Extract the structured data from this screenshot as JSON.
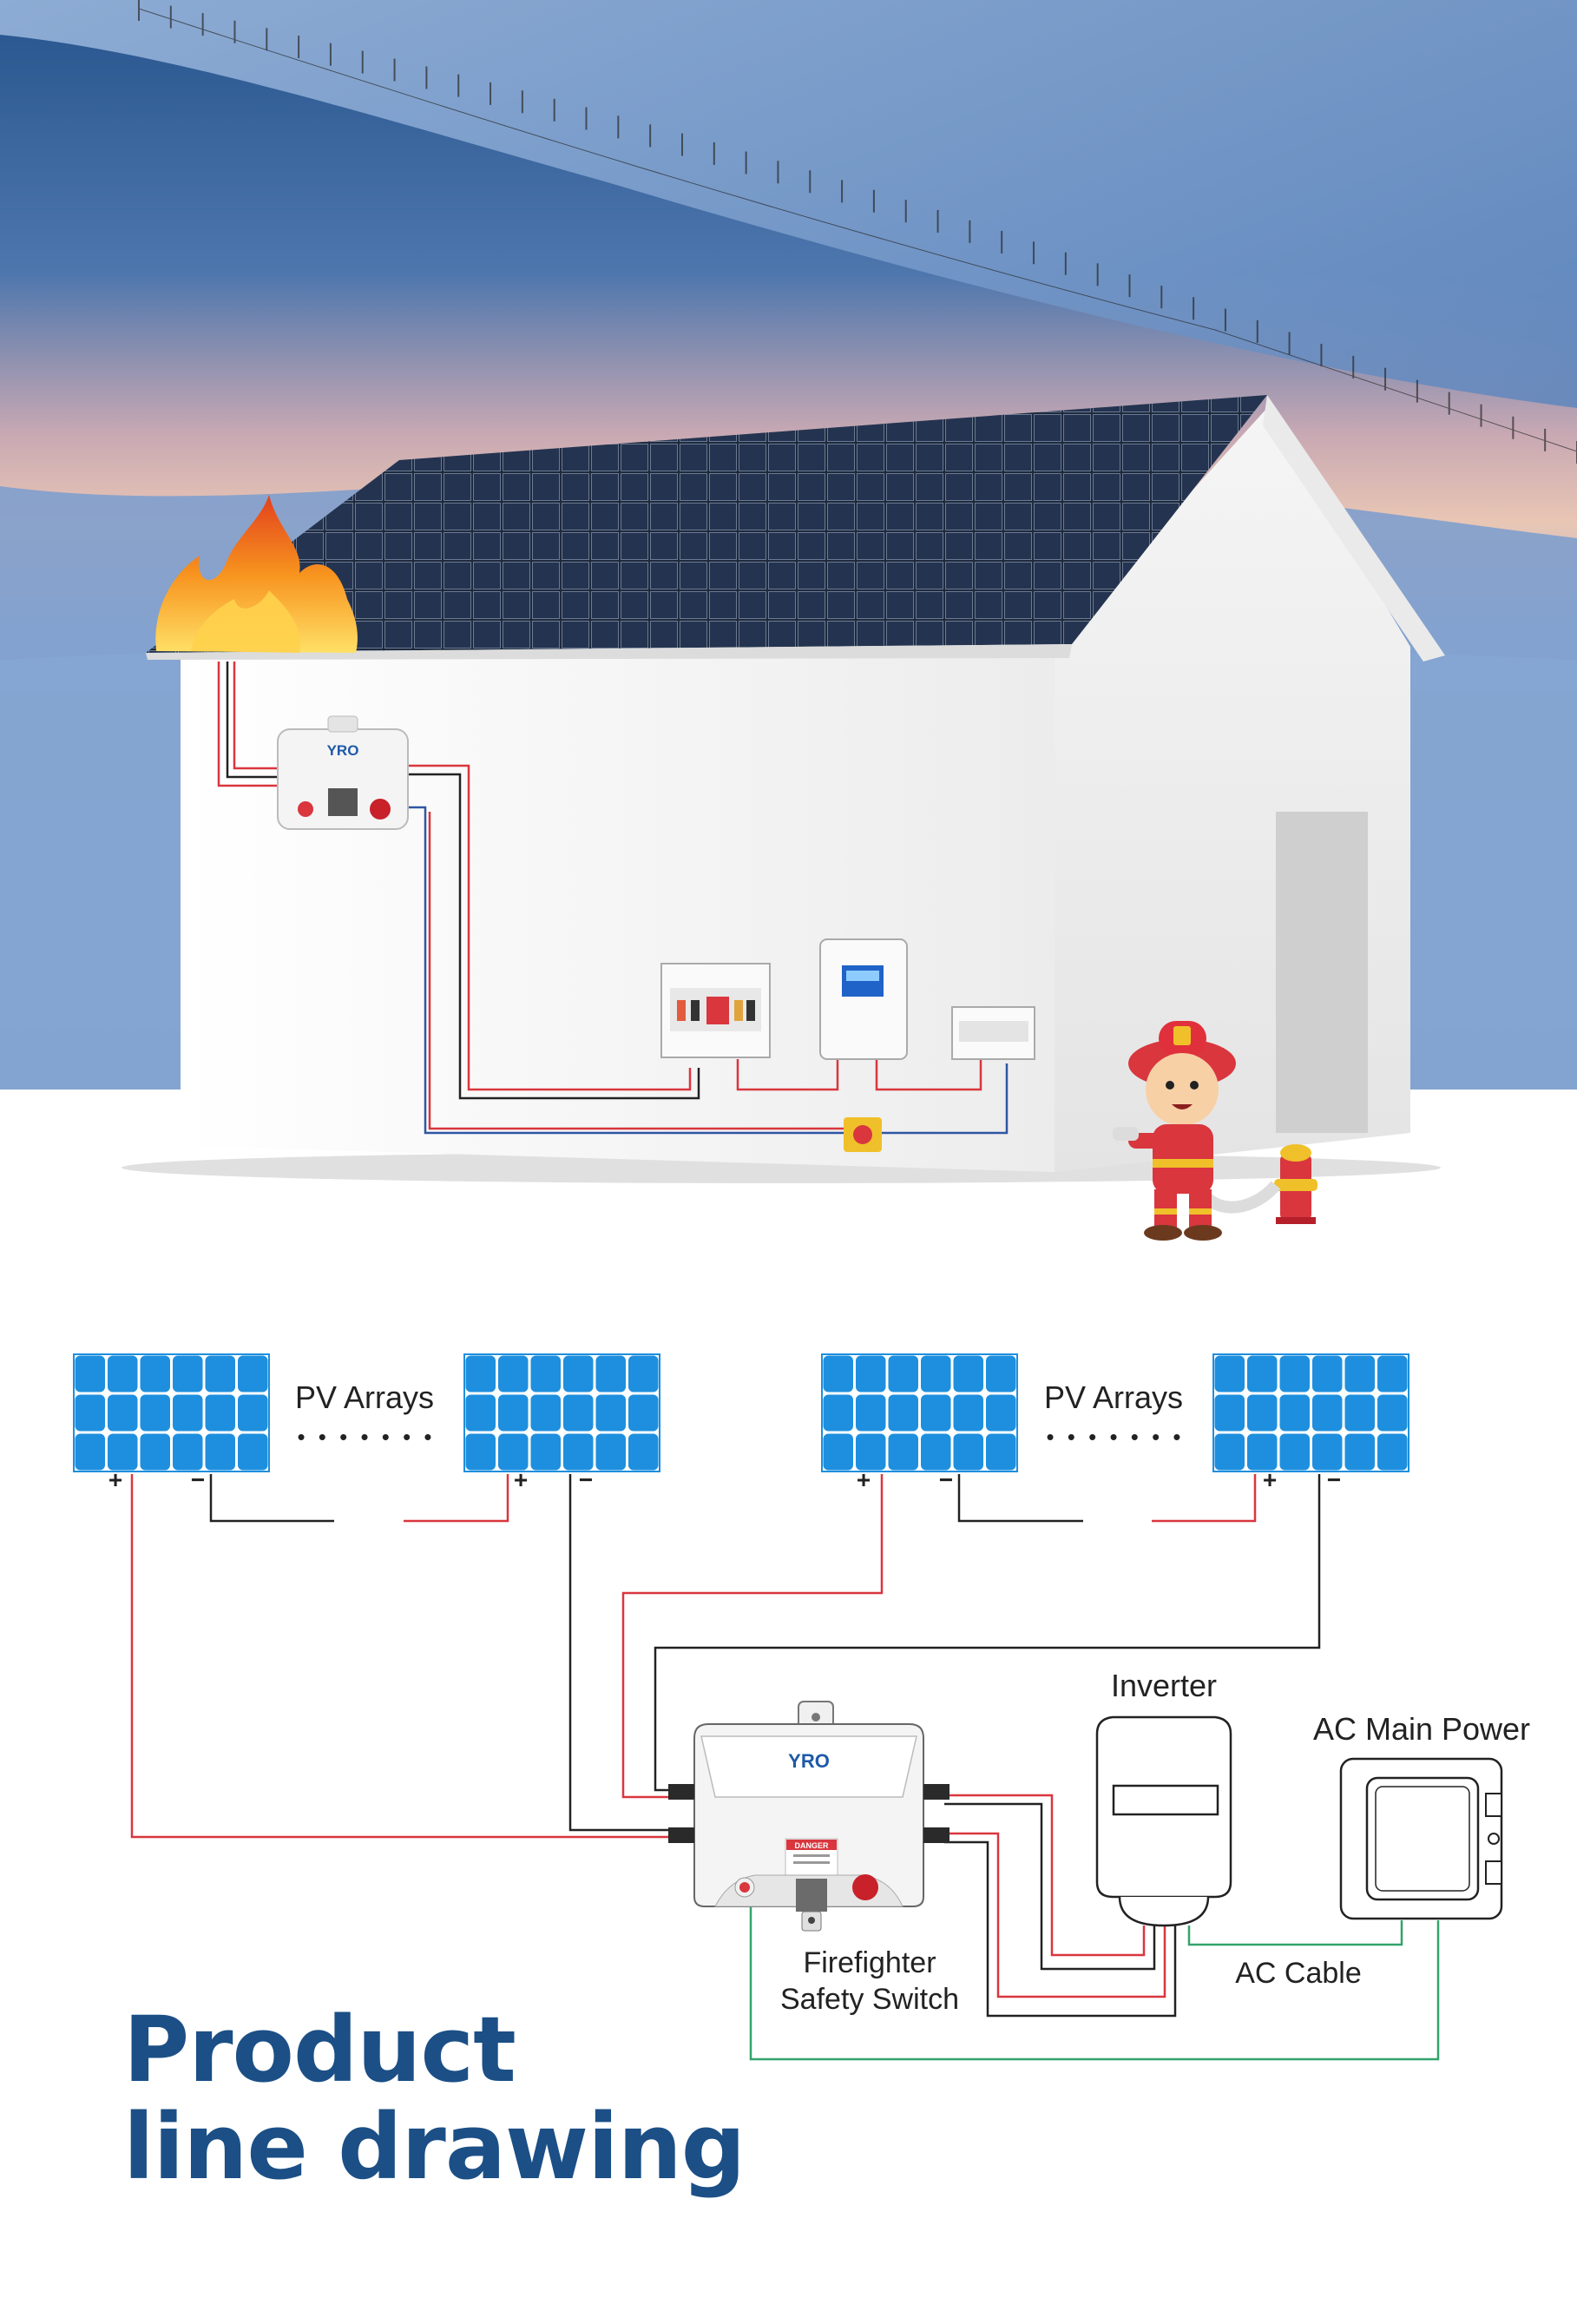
{
  "hero": {
    "brand_logo_text": "YRO",
    "colors": {
      "sky_top": "#2f5f9a",
      "sky_mid": "#5c82b6",
      "dusk": "#e8c7b8",
      "snow": "#8fb3dc",
      "house_wall": "#f7f7f7",
      "roof_panel": "#1d2738",
      "flame_orange": "#f7931e",
      "flame_red": "#e2401d"
    }
  },
  "diagram": {
    "pv_arrays_label": "PV Arrays",
    "dots_label": "• • • •  • • •",
    "plus_sign": "+",
    "minus_sign": "−",
    "inverter_label": "Inverter",
    "ac_main_power_label": "AC Main Power",
    "switch_label_line1": "Firefighter",
    "switch_label_line2": "Safety Switch",
    "ac_cable_label": "AC Cable",
    "device_logo_text": "YRO",
    "danger_text": "DANGER",
    "colors": {
      "panel_blue": "#1e8fde",
      "panel_grid": "#ffffff",
      "wire_red": "#d9363e",
      "wire_black": "#222222",
      "wire_green": "#33a36c",
      "device_body": "#f2f2f2",
      "device_outline": "#555555"
    }
  },
  "title": {
    "line1": "Product",
    "line2": "line drawing",
    "color": "#1b4f86"
  }
}
